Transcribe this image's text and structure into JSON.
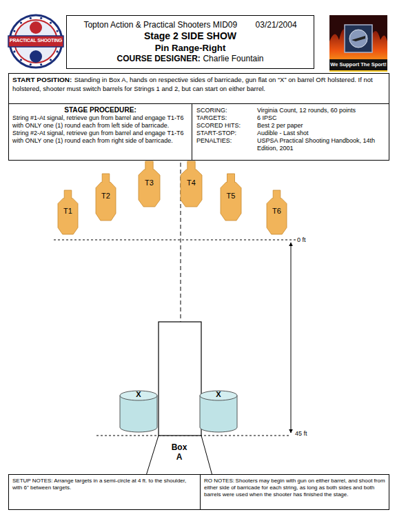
{
  "diagram": {
    "title": "Stage 2    SIDE SHOW",
    "nodes": [
      {
        "text": [
          "Topton Action & Practical Shooters MID09",
          "03/21/2004",
          "Stage 2    SIDE SHOW",
          "Pin Range-Right",
          "COURSE DESIGNER:",
          "Charlie Fountain"
        ]
      },
      {
        "text": [
          "START POSITION:",
          "Standing in Box A, hands on respective sides of barricade, gun flat on “X” on barrel OR holstered.  If not holstered, shooter must switch barrels for Strings 1 and 2, but can start on either barrel."
        ]
      },
      {
        "text": [
          "STAGE PROCEDURE:",
          "String #1-At signal, retrieve gun from barrel and engage T1-T6 with ONLY one (1) round each from left side of barricade.",
          "String #2-At signal, retrieve gun from barrel and engage T1-T6 with ONLY one (1) round each from right side of barricade."
        ]
      },
      {
        "text": [
          "SCORING:",
          "Virginia Count, 12 rounds, 60 points",
          "TARGETS:",
          "6 IPSC",
          "SCORED HITS:",
          "Best 2 per paper",
          "START-STOP:",
          "Audible - Last shot",
          "PENALTIES:",
          "USPSA Practical Shooting Handbook, 14th Edition, 2001"
        ]
      },
      {
        "text": [
          "T1"
        ]
      },
      {
        "text": [
          "T2"
        ]
      },
      {
        "text": [
          "T3"
        ]
      },
      {
        "text": [
          "T4"
        ]
      },
      {
        "text": [
          "T5"
        ]
      },
      {
        "text": [
          "T6"
        ]
      },
      {
        "text": [
          "X"
        ]
      },
      {
        "text": [
          "X"
        ]
      },
      {
        "text": [
          "Box A"
        ]
      },
      {
        "text": [
          "SETUP NOTES:",
          "Arrange targets in a semi-circle at 4 ft. to the shoulder, with 6\" between targets."
        ]
      },
      {
        "text": [
          "RO NOTES:",
          "Shooters may begin with gun on either barrel, and shoot from either side of barricade for each string, as long as both sides and both barrels were used when the shooter has finished the stage."
        ]
      }
    ],
    "labels": [
      "0 ft",
      "45 ft",
      "PRACTICAL SHOOTING",
      "We Support The Sport!"
    ]
  }
}
